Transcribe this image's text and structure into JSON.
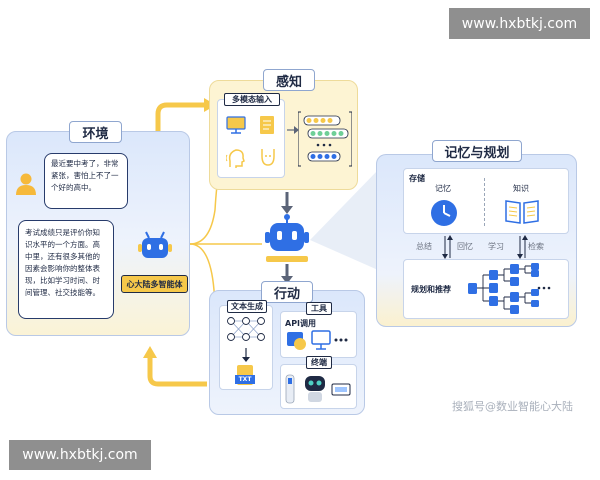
{
  "watermark_top": "www.hxbtkj.com",
  "watermark_bottom": "www.hxbtkj.com",
  "credit": "搜狐号@数业智能心大陆",
  "environment": {
    "title": "环境",
    "bubble1": "最近要中考了，非常紧张，害怕上不了一个好的高中。",
    "bubble2": "考试成绩只是评价你知识水平的一个方面。高中里，还有很多其他的因素会影响你的整体表现，比如学习时间、时间管理、社交技能等。",
    "agent_label": "心大陆多智能体"
  },
  "perception": {
    "title": "感知",
    "multimodal_label": "多模态输入"
  },
  "action": {
    "title": "行动",
    "text_gen": "文本生成",
    "txt_icon": "TXT",
    "tools": "工具",
    "api_call": "API调用",
    "terminal": "终端"
  },
  "memory_planning": {
    "title": "记忆与规划",
    "storage": "存储",
    "memory": "记忆",
    "knowledge": "知识",
    "summarize": "总结",
    "recall": "回忆",
    "learn": "学习",
    "retrieve": "检索",
    "plan_recommend": "规划和推荐"
  },
  "colors": {
    "accent_yellow": "#f6c84a",
    "accent_blue": "#2f6fe4",
    "panel_blue": "#dbe7fb"
  }
}
